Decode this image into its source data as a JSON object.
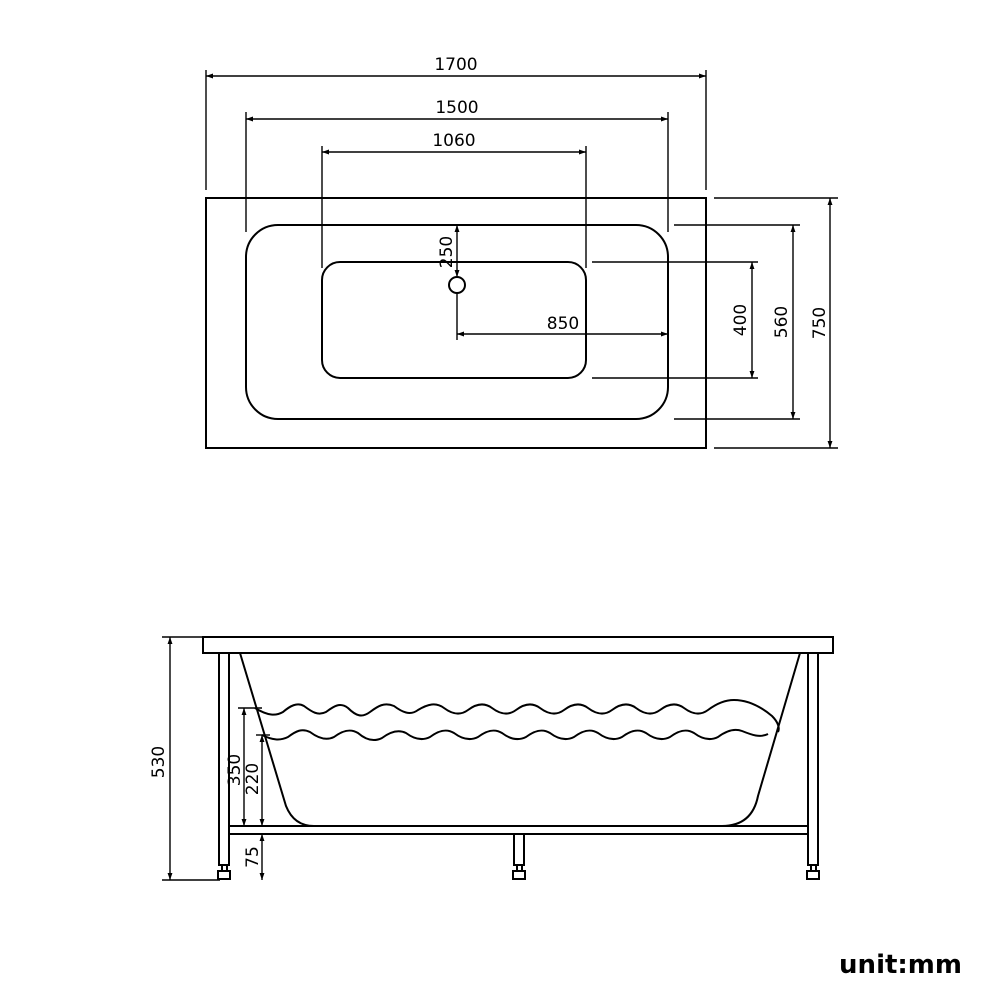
{
  "top_view": {
    "dim_length": "1700",
    "dim_inner_length": "1500",
    "dim_bottom_length": "1060",
    "dim_drain_offset_y": "250",
    "dim_drain_offset_x": "850",
    "dim_bottom_width": "400",
    "dim_inner_width": "560",
    "dim_width": "750"
  },
  "side_view": {
    "dim_height": "530",
    "dim_water_high": "350",
    "dim_water_low": "220",
    "dim_foot": "75"
  },
  "unit_label": "unit:mm"
}
